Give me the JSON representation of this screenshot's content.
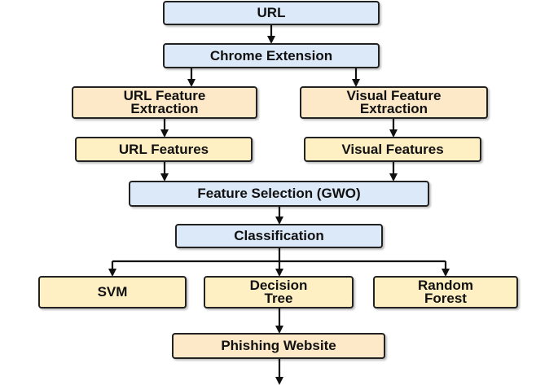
{
  "diagram": {
    "nodes": {
      "url": "URL",
      "chrome_extension": "Chrome Extension",
      "url_feature_extraction": "URL Feature\nExtraction",
      "visual_feature_extraction": "Visual Feature\nExtraction",
      "url_features": "URL Features",
      "visual_features": "Visual Features",
      "feature_selection": "Feature Selection (GWO)",
      "classification": "Classification",
      "svm": "SVM",
      "decision_tree": "Decision\nTree",
      "random_forest": "Random\nForest",
      "phishing_website": "Phishing Website"
    },
    "colors": {
      "blue_fill": "#dce9f8",
      "orange_fill": "#fde9c8",
      "yellow_fill": "#fff0c4",
      "stroke": "#222222"
    }
  }
}
